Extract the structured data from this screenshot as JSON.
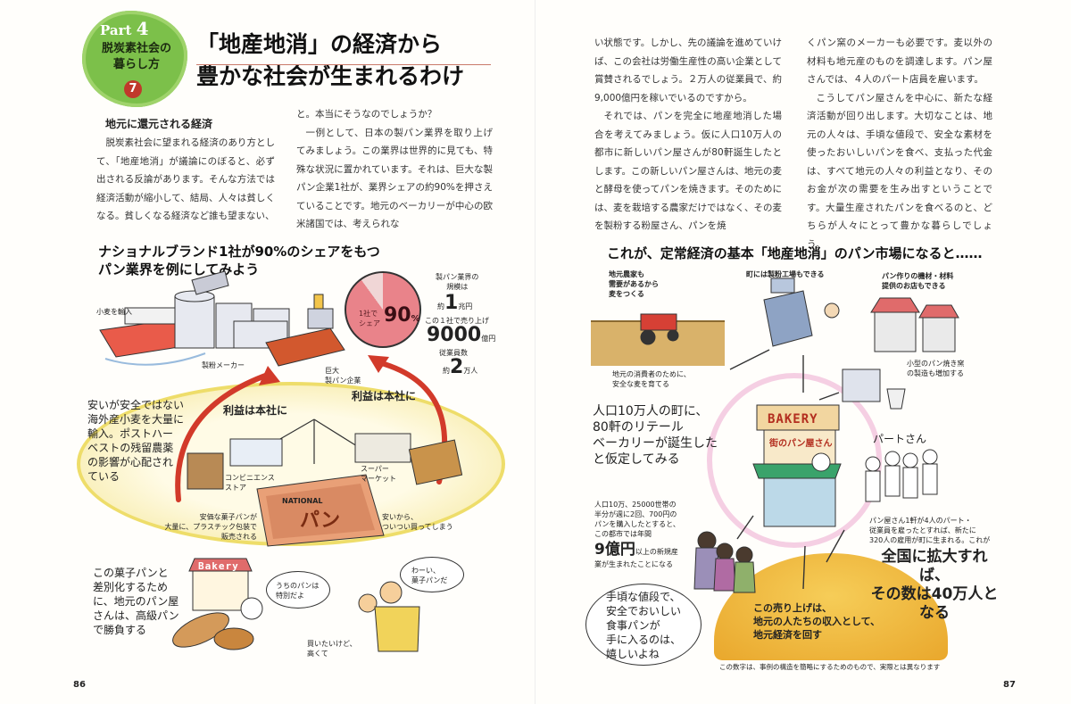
{
  "header": {
    "part_label": "Part",
    "part_number": "4",
    "series_title_line1": "脱炭素社会の",
    "series_title_line2": "暮らし方",
    "series_number": "7",
    "title_line1": "「地産地消」の経済から",
    "title_line2": "豊かな社会が生まれるわけ"
  },
  "section_heading": "地元に還元される経済",
  "left_column_text": [
    "脱炭素社会に望まれる経済のあり方として、「地産地消」が議論にのぼると、必ず出される反論があります。そんな方法では経済活動が縮小して、結局、人々は貧しくなる。貧しくなる経済など誰も望まない、"
  ],
  "middle_column_text": [
    "と。本当にそうなのでしょうか？",
    "一例として、日本の製パン業界を取り上げてみましょう。この業界は世界的に見ても、特殊な状況に置かれています。それは、巨大な製パン企業1社が、業界シェアの約90%を押さえていることです。地元のベーカリーが中心の欧米諸国では、考えられな"
  ],
  "right_column1_text": [
    "い状態です。しかし、先の議論を進めていけば、この会社は労働生産性の高い企業として賞賛されるでしょう。２万人の従業員で、約9,000億円を稼いでいるのですから。",
    "それでは、パンを完全に地産地消した場合を考えてみましょう。仮に人口10万人の都市に新しいパン屋さんが80軒誕生したとします。この新しいパン屋さんは、地元の麦と酵母を使ってパンを焼きます。そのためには、麦を栽培する農家だけではなく、その麦を製粉する粉屋さん、パンを焼"
  ],
  "right_column2_text": [
    "くパン窯のメーカーも必要です。麦以外の材料も地元産のものを調達します。パン屋さんでは、４人のパート店員を雇います。",
    "こうしてパン屋さんを中心に、新たな経済活動が回り出します。大切なことは、地元の人々は、手頃な値段で、安全な素材を使ったおいしいパンを食べ、支払った代金は、すべて地元の人々の利益となり、そのお金が次の需要を生み出すということです。大量生産されたパンを食べるのと、どちらが人々にとって豊かな暮らしでしょう。"
  ],
  "left_figure": {
    "heading_line1": "ナショナルブランド1社が90%のシェアをもつ",
    "heading_line2": "パン業界を例にしてみよう",
    "pie": {
      "share_percent": 90,
      "label_line1": "1社で",
      "label_line2": "シェア",
      "label_value": "90",
      "label_unit": "%",
      "slice_color": "#e9838a"
    },
    "stats": {
      "scale_label_line1": "製パン業界の",
      "scale_label_line2": "規模は",
      "scale_prefix": "約",
      "scale_value": "1",
      "scale_unit": "兆円",
      "sales_label": "この１社で売り上げ",
      "sales_value": "9000",
      "sales_unit": "億円",
      "employees_label": "従業員数",
      "employees_prefix": "約",
      "employees_value": "2",
      "employees_unit": "万人"
    },
    "labels": {
      "wheat_import": "小麦を輸入",
      "mill_maker": "製粉メーカー",
      "giant_company_line1": "巨大",
      "giant_company_line2": "製パン企業",
      "profit_left": "利益は本社に",
      "profit_right": "利益は本社に",
      "convenience_line1": "コンビニエンス",
      "convenience_line2": "ストア",
      "supermarket_line1": "スーパー",
      "supermarket_line2": "マーケット",
      "import_warning": [
        "安いが安全ではない",
        "海外産小麦を大量に",
        "輸入。ポストハー",
        "ベストの残留農薬",
        "の影響が心配され",
        "ている"
      ],
      "cheap_bread": [
        "安価な菓子パンが",
        "大量に、プラスチック包装で",
        "販売される"
      ],
      "cheap_buy": [
        "安いから、",
        "ついつい買ってしまう"
      ],
      "bag_text": "パン",
      "bag_text_small": "NATIONAL",
      "local_bakery_note": [
        "この菓子パンと",
        "差別化するため",
        "に、地元のパン屋",
        "さんは、高級パン",
        "で勝負する"
      ],
      "bakery_sign": "Bakery",
      "baker_speech": [
        "うちのパンは",
        "特別だよ"
      ],
      "kid_speech": [
        "わーい、",
        "菓子パンだ"
      ],
      "mom_speech": [
        "買いたいけど、",
        "高くて"
      ]
    }
  },
  "right_figure": {
    "heading": "これが、定常経済の基本「地産地消」のパン市場になると……",
    "labels": {
      "farmer": [
        "地元農家も",
        "需要があるから",
        "麦をつくる"
      ],
      "town_mill": "町には製粉工場もできる",
      "equipment": [
        "パン作りの機材・材料",
        "提供のお店もできる"
      ],
      "safe_wheat": [
        "地元の消費者のために、",
        "安全な麦を育てる"
      ],
      "small_oven": [
        "小型のパン焼き窯",
        "の製造も増加する"
      ],
      "scenario": [
        "人口10万人の町に、",
        "80軒のリテール",
        "ベーカリーが誕生した",
        "と仮定してみる"
      ],
      "bakery_sign": "BAKERY",
      "shop_name": "街のパン屋さん",
      "part_san": "パートさん",
      "calc_text": [
        "人口10万、25000世帯の",
        "半分が週に2回、700円の",
        "パンを購入したとすると、",
        "この都市では年間"
      ],
      "new_market_value": "9億円",
      "new_market_suffix": "以上の新規産",
      "new_market_line2": "業が生まれたことになる",
      "employment": [
        "パン屋さん1軒が4人のパート・",
        "従業員を雇ったとすれば、新たに",
        "320人の雇用が町に生まれる。これが"
      ],
      "expand": [
        "全国に拡大すれば、",
        "その数は40万人と",
        "なる"
      ],
      "consumer_speech": [
        "手頃な値段で、",
        "安全でおいしい",
        "食事パンが",
        "手に入るのは、",
        "嬉しいよね"
      ],
      "sales_return": [
        "この売り上げは、",
        "地元の人たちの収入として、",
        "地元経済を回す"
      ],
      "footnote": "この数字は、事例の構造を簡略にするためのもので、実際とは異なります"
    }
  },
  "page_numbers": {
    "left": "86",
    "right": "87"
  },
  "colors": {
    "badge_green": "#7cc04a",
    "pie_pink": "#e9838a",
    "ellipse_yellow": "#eedd6a",
    "ring_pink": "#f5cfe3",
    "gold": "#e9a72c",
    "arrow_red": "#d23a2a"
  }
}
